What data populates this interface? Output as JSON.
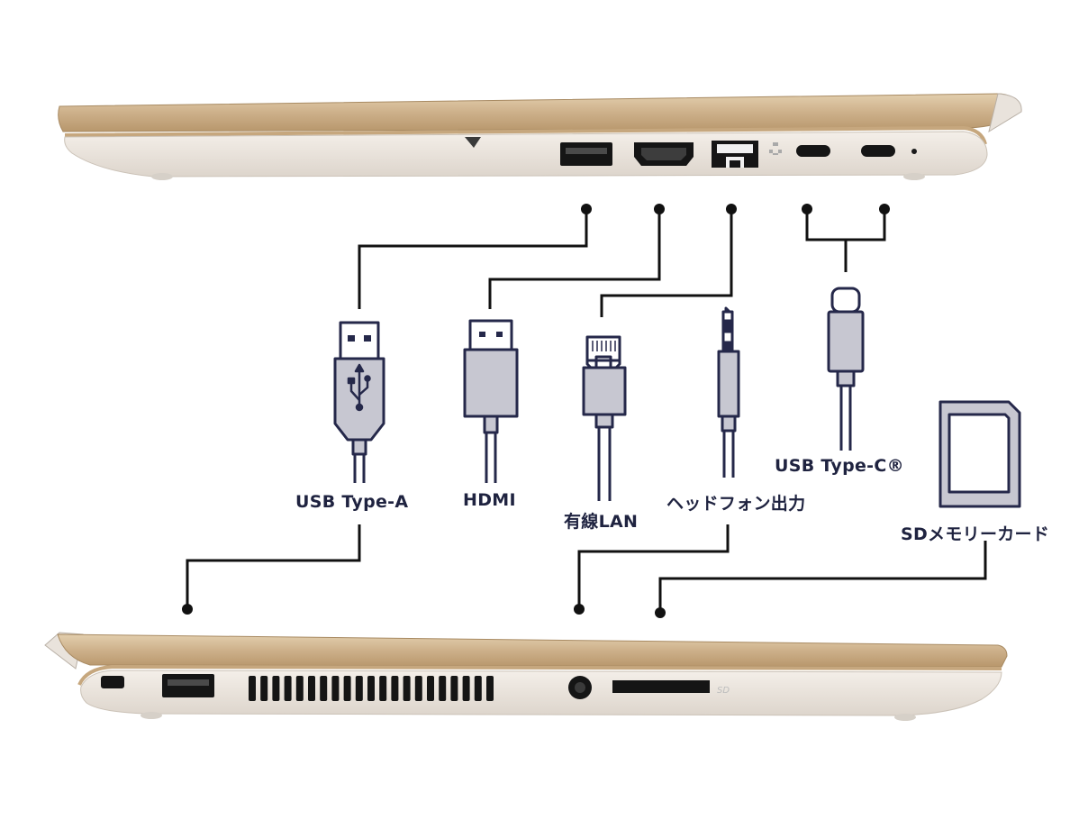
{
  "labels": {
    "usb_a": "USB Type-A",
    "hdmi": "HDMI",
    "lan": "有線LAN",
    "headphone": "ヘッドフォン出力",
    "usb_c": "USB Type-C®",
    "sd": "SDメモリーカード"
  },
  "colors": {
    "chassis_gold": "#cdb08a",
    "chassis_silver": "#ece6df",
    "connector_fill": "#c7c7d1",
    "connector_stroke": "#25284a",
    "leader_line": "#111111",
    "port": "#151515"
  }
}
